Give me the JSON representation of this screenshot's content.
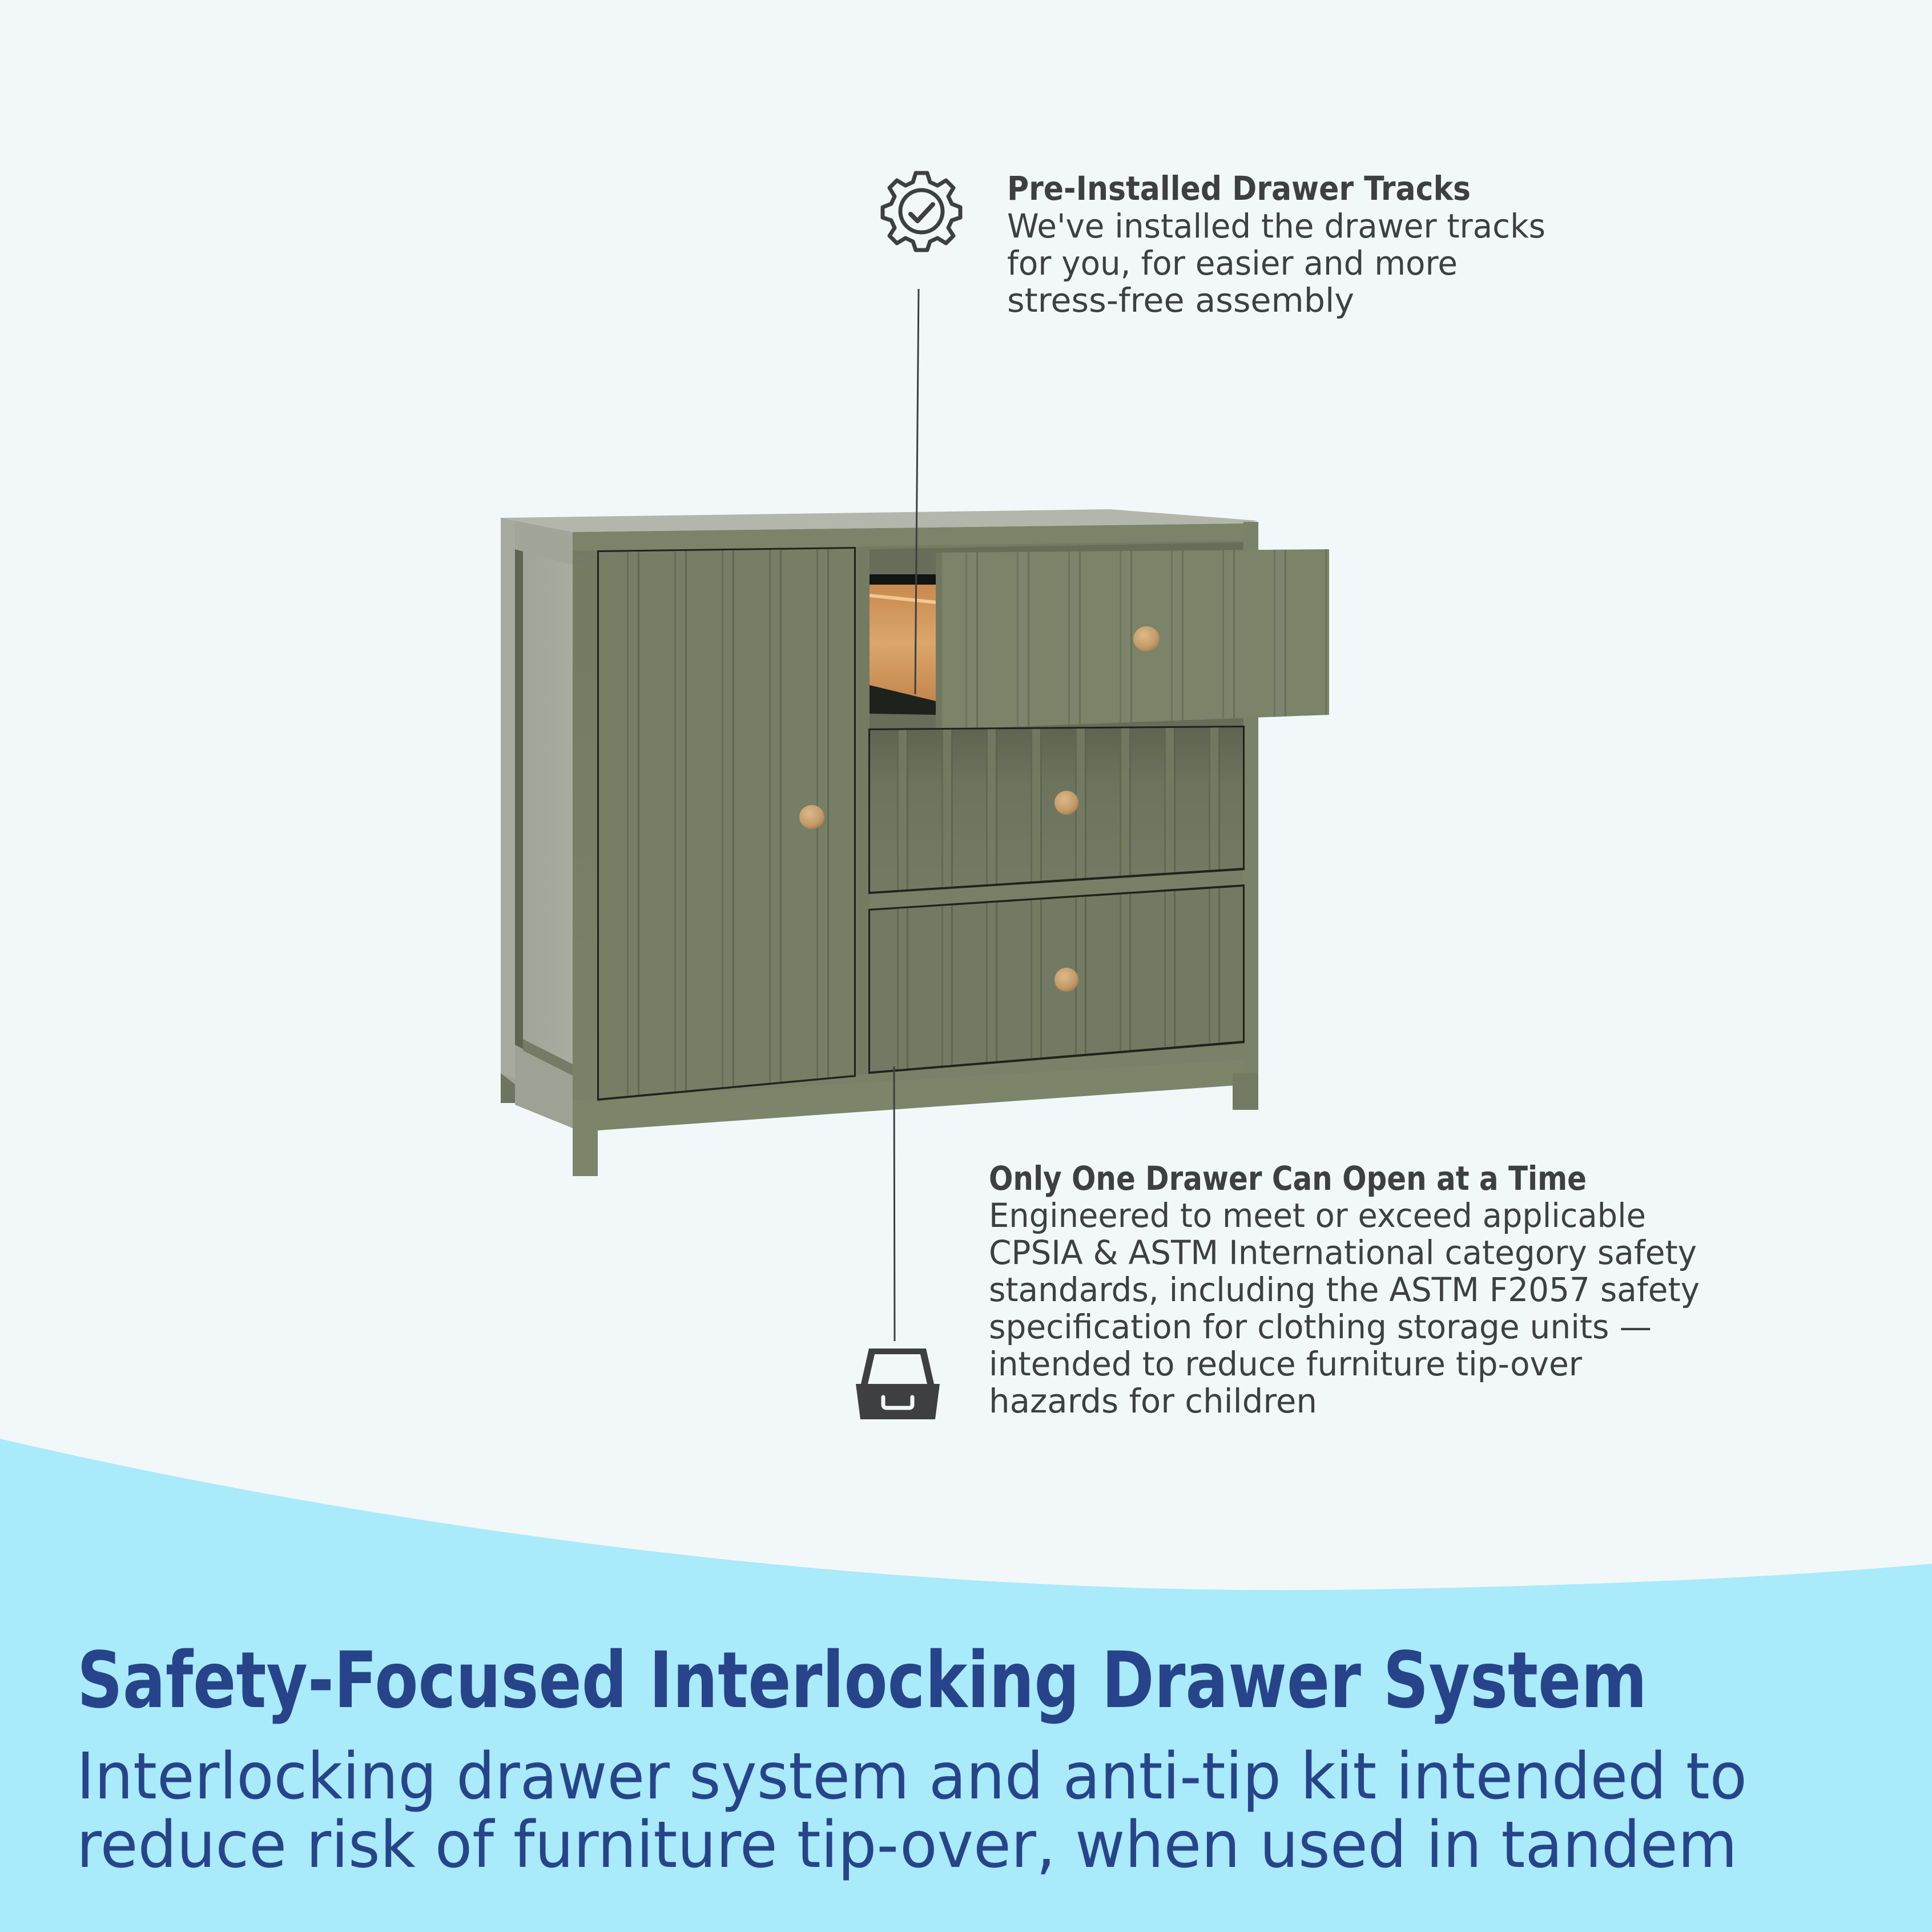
{
  "colors": {
    "background": "#f2f8f9",
    "banner": "#a9eafb",
    "heading": "#27448a",
    "body_text": "#3d3f42",
    "cabinet_green": "#7a8268",
    "cabinet_side": "#a4a89b",
    "knob_wood": "#c9a070",
    "drawer_wood": "#d9a46a"
  },
  "callouts": [
    {
      "icon": "gear-check-icon",
      "title": "Pre-Installed Drawer Tracks",
      "lines": [
        "We've installed the drawer tracks",
        "for you, for easier and more",
        "stress-free assembly"
      ]
    },
    {
      "icon": "open-drawer-icon",
      "title": "Only One Drawer Can Open at a Time",
      "lines": [
        "Engineered to meet or exceed applicable",
        "CPSIA & ASTM International category safety",
        "standards, including the ASTM F2057 safety",
        "specification for clothing storage units —",
        "intended to reduce furniture tip-over",
        "hazards for children"
      ]
    }
  ],
  "product": {
    "image": "green-beadboard-cabinet-with-door-and-three-drawers-top-drawer-open"
  },
  "banner": {
    "heading": "Safety-Focused Interlocking Drawer System",
    "subtitle_lines": [
      "Interlocking drawer system and anti-tip kit intended to",
      "reduce risk of furniture tip-over, when used in tandem"
    ]
  }
}
